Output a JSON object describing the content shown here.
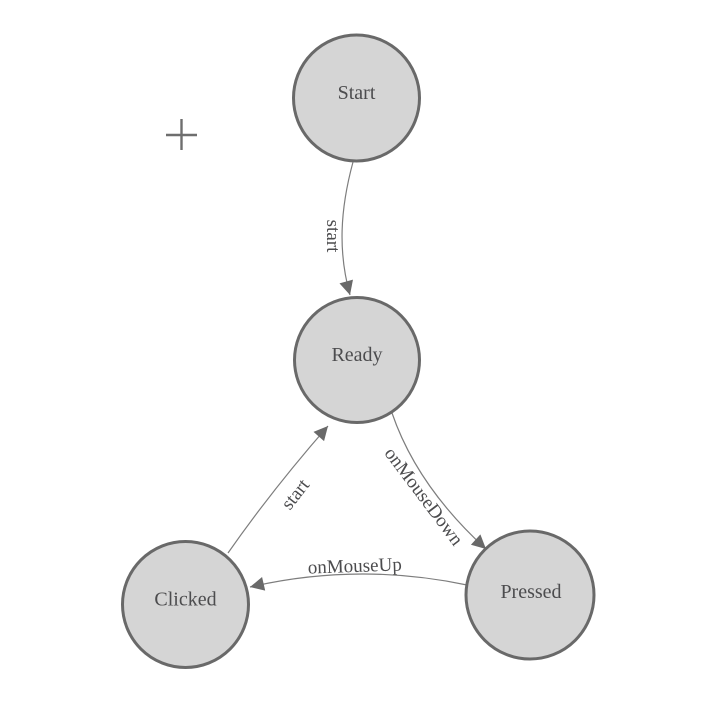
{
  "window": {
    "background": "#ffffff"
  },
  "diagram": {
    "type": "state-machine",
    "nodes": [
      {
        "id": "start",
        "label": "Start"
      },
      {
        "id": "ready",
        "label": "Ready"
      },
      {
        "id": "clicked",
        "label": "Clicked"
      },
      {
        "id": "pressed",
        "label": "Pressed"
      }
    ],
    "edges": [
      {
        "id": "start-to-ready",
        "label": "start",
        "from": "Start",
        "to": "Ready"
      },
      {
        "id": "ready-to-pressed",
        "label": "onMouseDown",
        "from": "Ready",
        "to": "Pressed"
      },
      {
        "id": "pressed-to-clicked",
        "label": "onMouseUp",
        "from": "Pressed",
        "to": "Clicked"
      },
      {
        "id": "clicked-to-ready",
        "label": "start",
        "from": "Clicked",
        "to": "Ready"
      }
    ],
    "colors": {
      "node_fill": "#d5d5d5",
      "node_stroke": "#696969",
      "edge_stroke": "#7d7d7d",
      "arrow_fill": "#696969",
      "label_text": "#4c4c4e",
      "crosshair": "#6e6e6e"
    }
  }
}
